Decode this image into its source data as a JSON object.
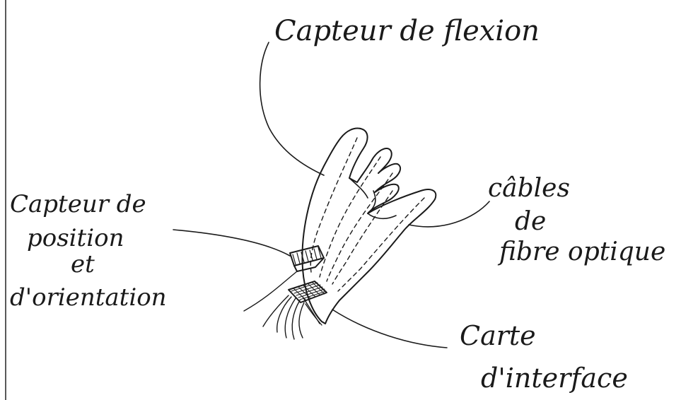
{
  "labels": {
    "flex_sensor": "Capteur de flexion",
    "position_sensor_1": "Capteur de",
    "position_sensor_2": "position",
    "position_sensor_3": "et",
    "position_sensor_4": "d'orientation",
    "fiber_cables_1": "câbles",
    "fiber_cables_2": "de",
    "fiber_cables_3": "fibre optique",
    "interface_board_1": "Carte",
    "interface_board_2": "d'interface"
  },
  "colors": {
    "ink": "#1a1a1a",
    "paper": "#ffffff"
  }
}
